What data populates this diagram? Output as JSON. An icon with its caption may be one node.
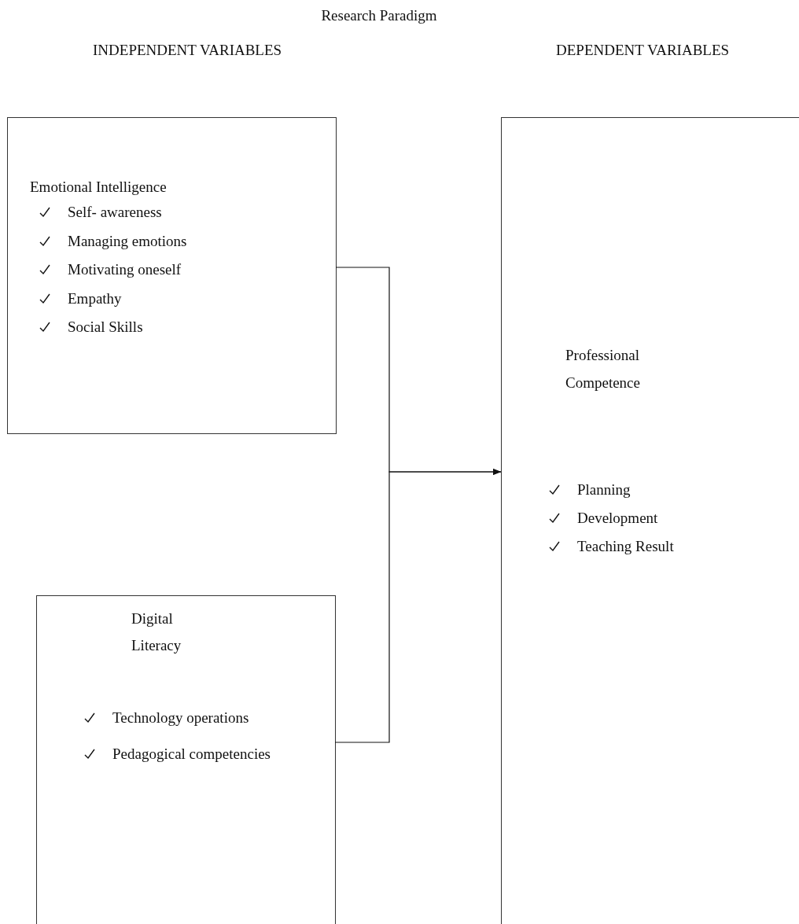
{
  "diagram": {
    "title": "Research Paradigm",
    "nodes": [
      {
        "text": [
          "Emotional Intelligence",
          "Self- awareness",
          "Managing emotions",
          "Motivating oneself",
          "Empathy",
          "Social Skills"
        ]
      },
      {
        "text": [
          "Digital Literacy",
          "Technology operations",
          "Pedagogical competencies"
        ]
      },
      {
        "text": [
          "Professional Competence",
          "Planning",
          "Development",
          "Teaching Result"
        ]
      }
    ],
    "edges": [
      {
        "from": 0,
        "to": 2,
        "arrow": "to"
      },
      {
        "from": 1,
        "to": 2,
        "arrow": "to"
      }
    ],
    "labels": [
      "INDEPENDENT VARIABLES",
      "DEPENDENT VARIABLES"
    ]
  }
}
